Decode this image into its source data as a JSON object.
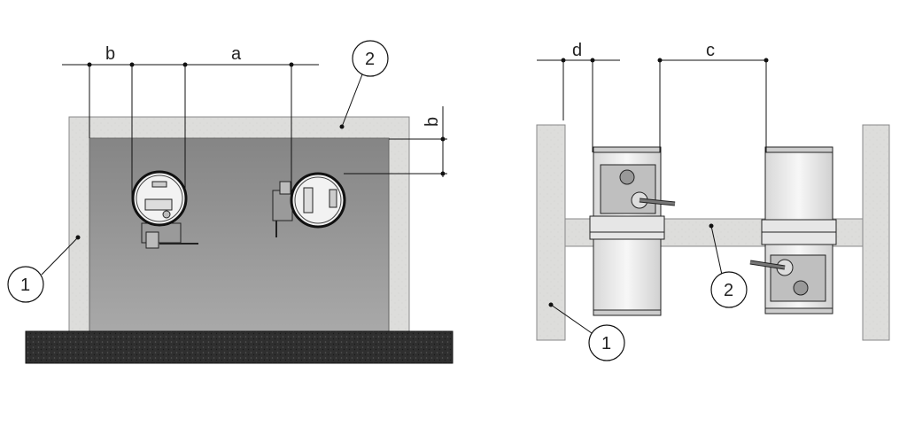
{
  "front_view": {
    "dimensions": {
      "b_top": "b",
      "a": "a",
      "b_side": "b"
    },
    "callouts": {
      "wall": "1",
      "frame": "2"
    }
  },
  "side_view": {
    "dimensions": {
      "d": "d",
      "c": "c"
    },
    "callouts": {
      "wall": "1",
      "frame": "2"
    }
  },
  "colors": {
    "concrete": "#dcdcda",
    "panel_dark": "#8c8c8c",
    "panel_light": "#a6a6a6",
    "floor": "#2e2e2e",
    "line": "#111111",
    "damper_body": "#ededed"
  }
}
